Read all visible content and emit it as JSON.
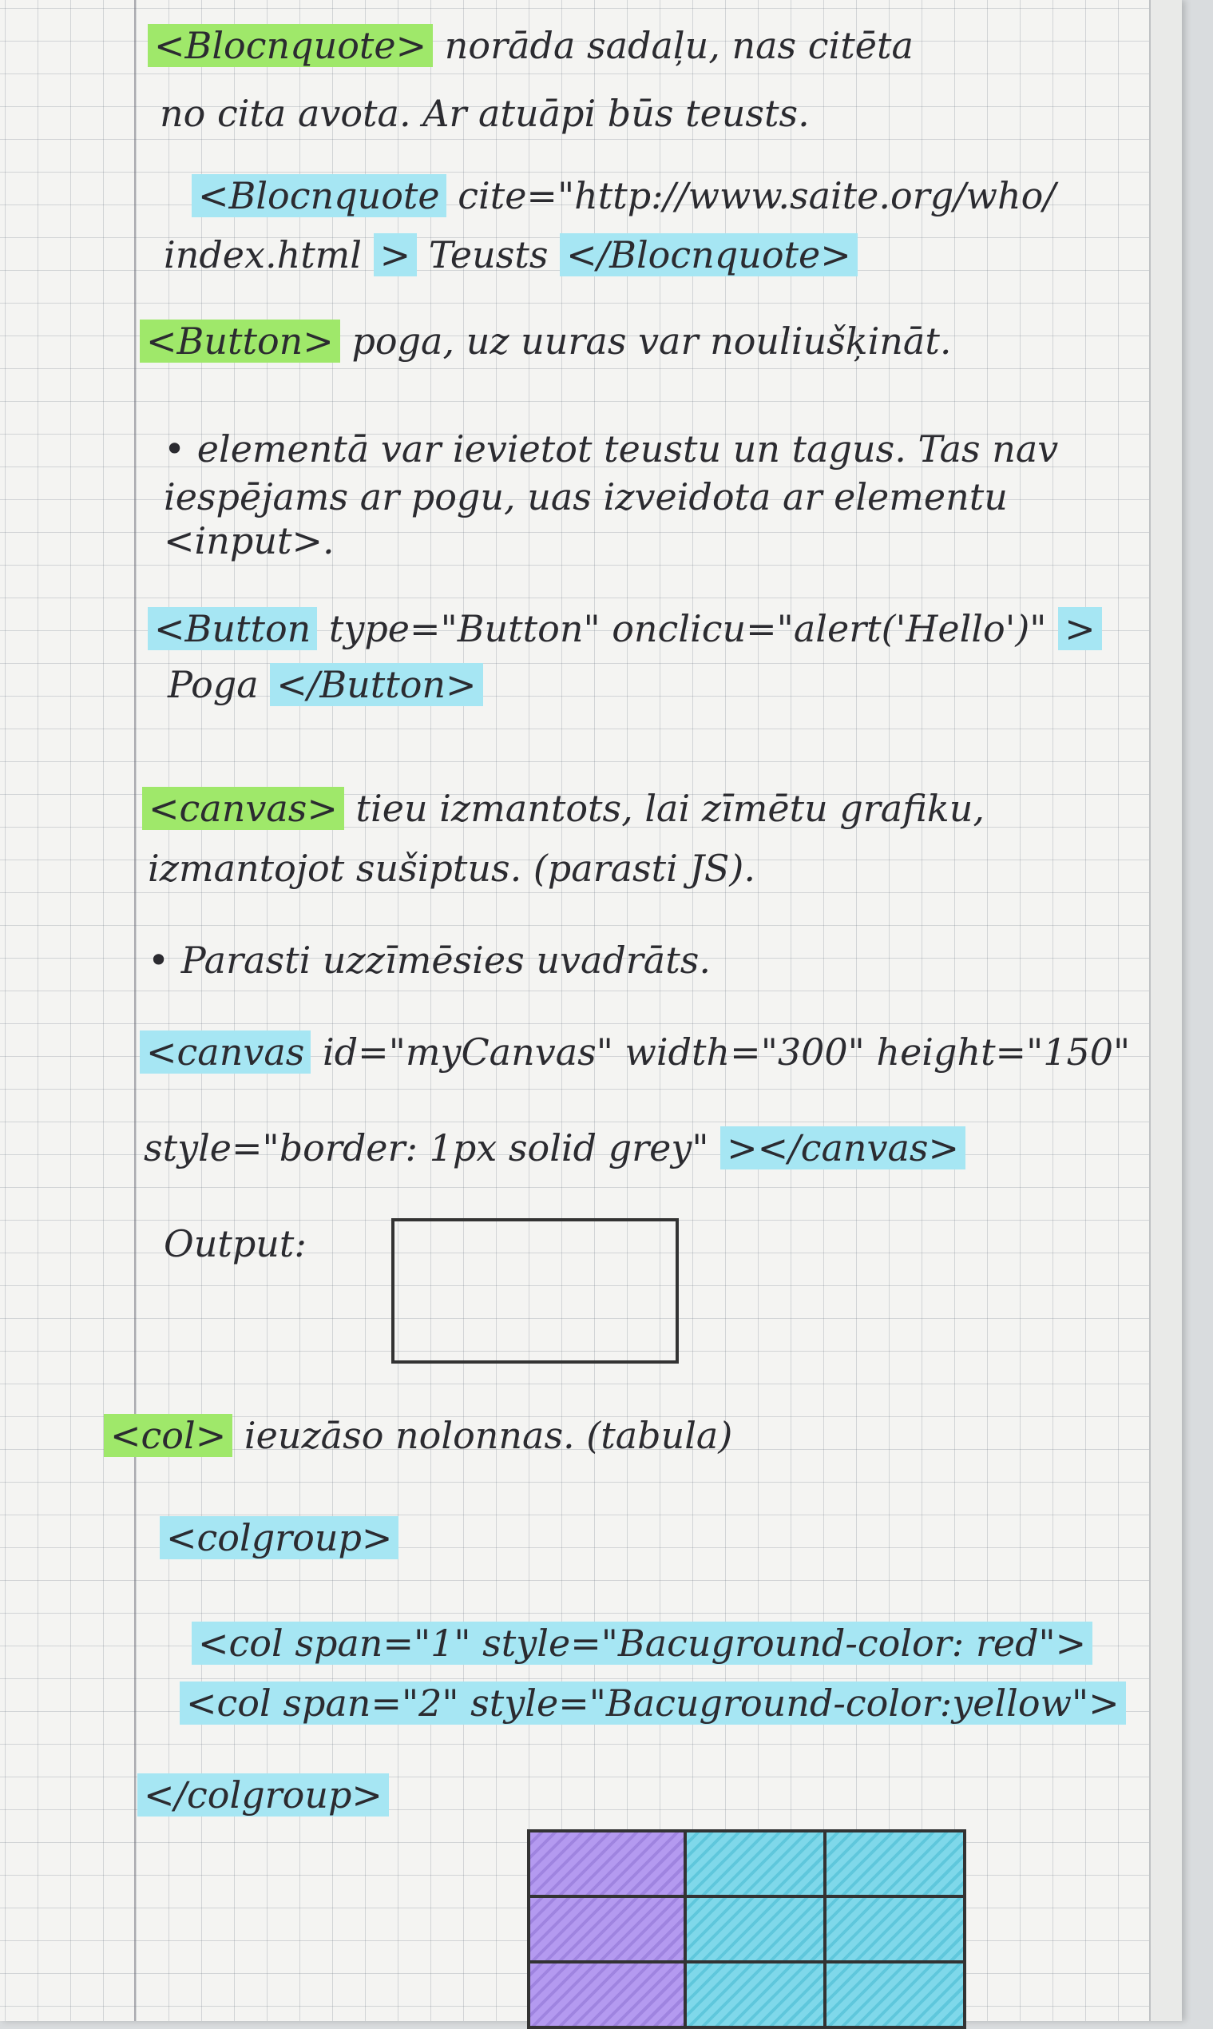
{
  "blockquote": {
    "tag": "<Blocnquote>",
    "desc1": "norāda sadaļu, nas citēta",
    "desc2": "no cita avota. Ar atuāpi būs teusts.",
    "ex_open": "<Blocnquote",
    "ex_attr": "cite=\"http://www.saite.org/who/",
    "ex_file": "index.html",
    "ex_gt": ">",
    "ex_text": "Teusts",
    "ex_close": "</Blocnquote>"
  },
  "button": {
    "tag": "<Button>",
    "desc": "poga, uz uuras var nouliušķināt.",
    "bullet1": "• elementā var ievietot teustu un tagus. Tas nav",
    "bullet2": "iespējams ar pogu, uas izveidota ar elementu",
    "bullet3": "<input>.",
    "ex_open": "<Button",
    "ex_attr": "type=\"Button\" onclicu=\"alert('Hello')\"",
    "ex_gt": ">",
    "ex_text": "Poga",
    "ex_close": "</Button>"
  },
  "canvas": {
    "tag": "<canvas>",
    "desc1": "tieu izmantots, lai zīmētu grafiku,",
    "desc2": "izmantojot sušiptus. (parasti JS).",
    "bullet": "• Parasti uzzīmēsies uvadrāts.",
    "ex_open": "<canvas",
    "ex_attr": "id=\"myCanvas\" width=\"300\" height=\"150\"",
    "ex_style": "style=\"border: 1px solid grey\"",
    "ex_close": "></canvas>",
    "output_label": "Output:"
  },
  "col": {
    "tag": "<col>",
    "desc": "ieuzāso nolonnas. (tabula)",
    "colgroup_open": "<colgroup>",
    "col1": "<col span=\"1\" style=\"Bacuground-color: red\">",
    "col2": "<col span=\"2\" style=\"Bacuground-color:yellow\">",
    "colgroup_close": "</colgroup>"
  },
  "colors": {
    "highlight_green": "#9fe86a",
    "highlight_blue": "#a6e6f3",
    "table_purple": "#b49af0",
    "table_cyan": "#7fd8ea"
  }
}
